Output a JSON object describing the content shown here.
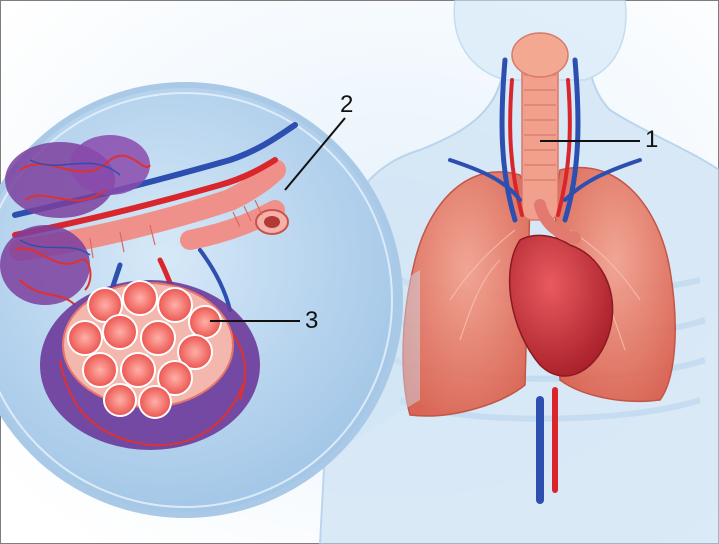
{
  "illustration": {
    "subject": "respiratory-system-anatomy",
    "labels": [
      {
        "id": "1",
        "text": "1"
      },
      {
        "id": "2",
        "text": "2"
      },
      {
        "id": "3",
        "text": "3"
      }
    ]
  },
  "colors": {
    "background": "#ffffff",
    "body_tint": "#cfe6f7",
    "magnifier_fill": "#b9d6ef",
    "lung": "#e8735f",
    "heart": "#c9333a",
    "artery": "#d9262c",
    "vein": "#2d4fb0",
    "trachea": "#f0a08c"
  }
}
